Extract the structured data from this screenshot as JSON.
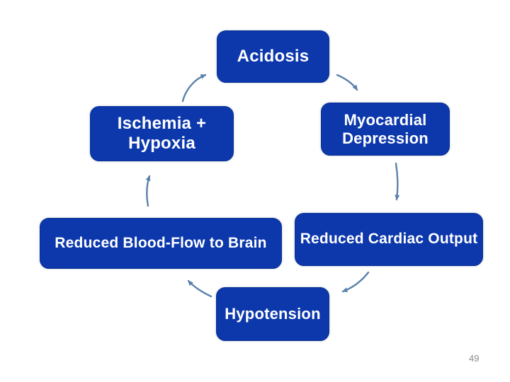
{
  "page": {
    "page_number": "49",
    "background_color": "#ffffff"
  },
  "colors": {
    "box_fill": "#0c38ac",
    "box_border": "#0a2f92",
    "box_text": "#ffffff",
    "arrow": "#5b82ab",
    "page_number_text": "#8a8a8a"
  },
  "diagram": {
    "type": "cycle",
    "nodes": [
      {
        "id": "acidosis",
        "label": "Acidosis",
        "lines": [
          "Acidosis"
        ]
      },
      {
        "id": "ischemia",
        "label": "Ischemia + Hypoxia",
        "lines": [
          "Ischemia +",
          "Hypoxia"
        ]
      },
      {
        "id": "myocardial",
        "label": "Myocardial Depression",
        "lines": [
          "Myocardial",
          "Depression"
        ]
      },
      {
        "id": "cardiac",
        "label": "Reduced Cardiac Output",
        "lines": [
          "Reduced Cardiac Output"
        ]
      },
      {
        "id": "bloodflow",
        "label": "Reduced Blood-Flow to Brain",
        "lines": [
          "Reduced Blood-Flow to Brain"
        ]
      },
      {
        "id": "hypotension",
        "label": "Hypotension",
        "lines": [
          "Hypotension"
        ]
      }
    ],
    "arrows": [
      {
        "name": "arrow-ischemia-to-acidosis",
        "from": "Ischemia + Hypoxia",
        "to": "Acidosis"
      },
      {
        "name": "arrow-acidosis-to-myocardial",
        "from": "Acidosis",
        "to": "Myocardial Depression"
      },
      {
        "name": "arrow-myocardial-to-cardiac",
        "from": "Myocardial Depression",
        "to": "Reduced Cardiac Output"
      },
      {
        "name": "arrow-cardiac-to-hypotension",
        "from": "Reduced Cardiac Output",
        "to": "Hypotension"
      },
      {
        "name": "arrow-hypotension-to-bloodflow",
        "from": "Hypotension",
        "to": "Reduced Blood-Flow to Brain"
      },
      {
        "name": "arrow-bloodflow-to-ischemia",
        "from": "Reduced Blood-Flow to Brain",
        "to": "Ischemia + Hypoxia"
      }
    ]
  }
}
